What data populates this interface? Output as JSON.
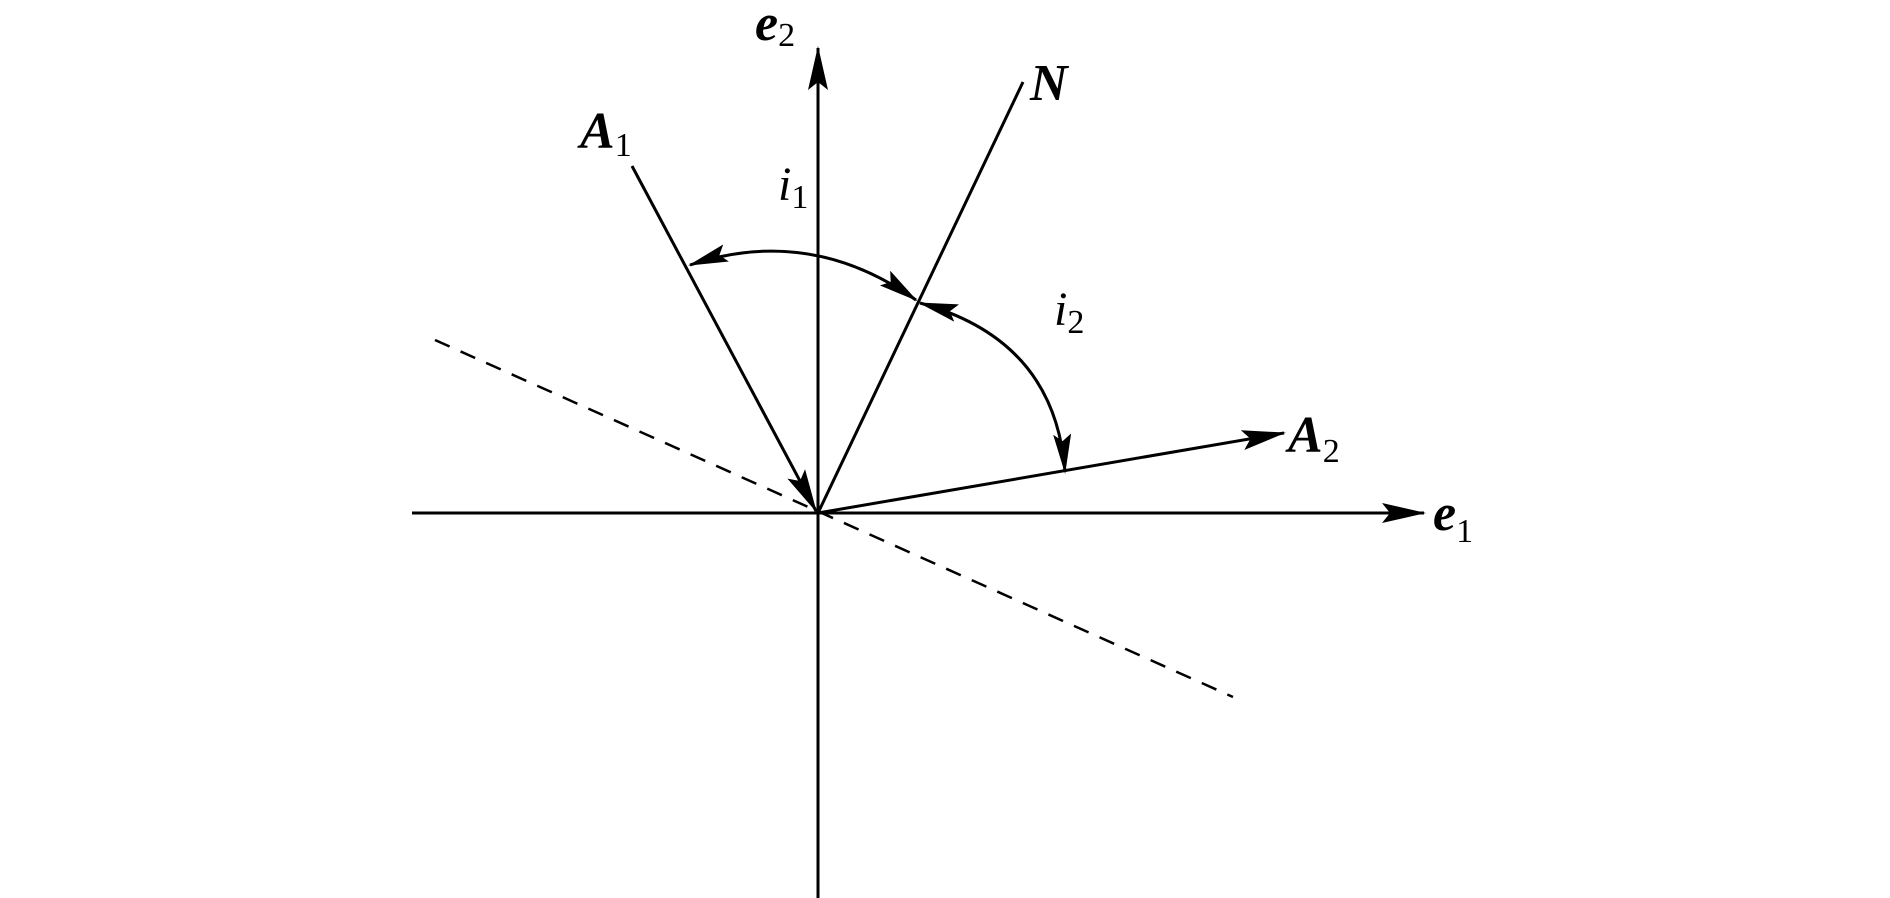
{
  "labels": {
    "e1": {
      "base": "e",
      "sub": "1"
    },
    "e2": {
      "base": "e",
      "sub": "2"
    },
    "N": {
      "base": "N"
    },
    "A1": {
      "base": "A",
      "sub": "1"
    },
    "A2": {
      "base": "A",
      "sub": "2"
    },
    "i1": {
      "base": "i",
      "sub": "1"
    },
    "i2": {
      "base": "i",
      "sub": "2"
    }
  },
  "colors": {
    "stroke": "#000000",
    "background": "#ffffff"
  }
}
